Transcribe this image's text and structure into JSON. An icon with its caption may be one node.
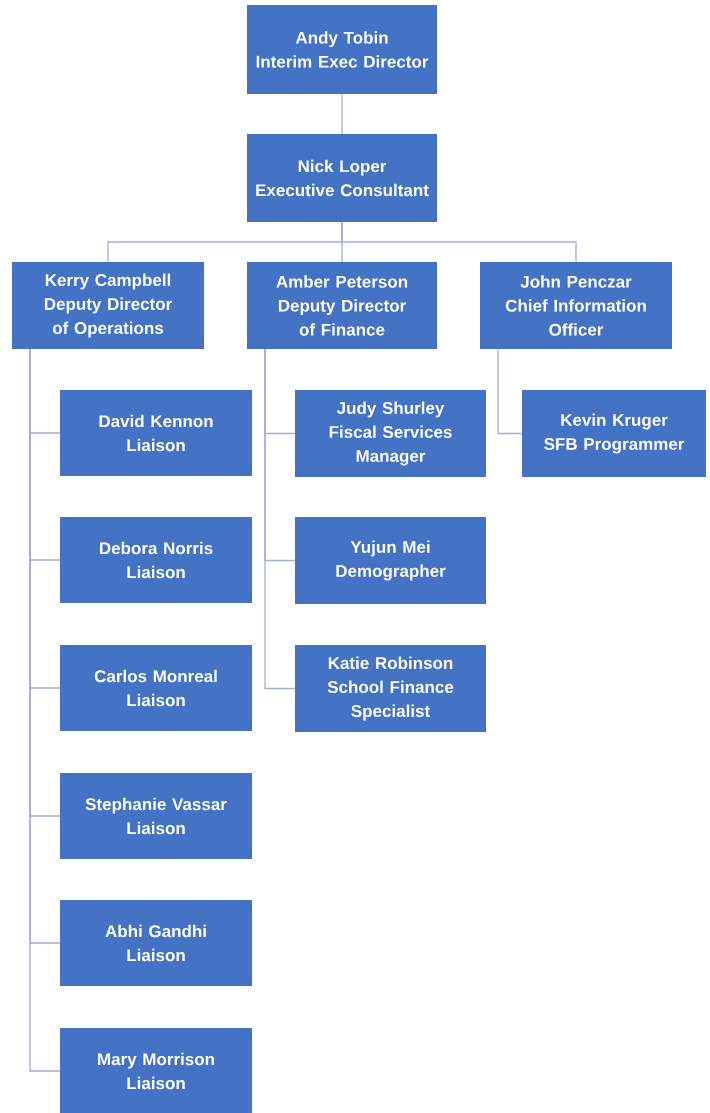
{
  "diagram": {
    "nodes": [
      {
        "text": [
          "Andy Tobin",
          "Interim Exec Director"
        ]
      },
      {
        "text": [
          "Nick Loper",
          "Executive Consultant"
        ]
      },
      {
        "text": [
          "Kerry Campbell",
          "Deputy Director of Operations"
        ]
      },
      {
        "text": [
          "Amber Peterson",
          "Deputy Director of Finance"
        ]
      },
      {
        "text": [
          "John Penczar",
          "Chief Information Officer"
        ]
      },
      {
        "text": [
          "David Kennon",
          "Liaison"
        ]
      },
      {
        "text": [
          "Debora Norris",
          "Liaison"
        ]
      },
      {
        "text": [
          "Carlos Monreal",
          "Liaison"
        ]
      },
      {
        "text": [
          "Stephanie Vassar",
          "Liaison"
        ]
      },
      {
        "text": [
          "Abhi Gandhi",
          "Liaison"
        ]
      },
      {
        "text": [
          "Mary Morrison",
          "Liaison"
        ]
      },
      {
        "text": [
          "Judy Shurley",
          "Fiscal Services Manager"
        ]
      },
      {
        "text": [
          "Yujun Mei",
          "Demographer"
        ]
      },
      {
        "text": [
          "Katie Robinson",
          "School Finance Specialist"
        ]
      },
      {
        "text": [
          "Kevin Kruger",
          "SFB Programmer"
        ]
      }
    ],
    "edges": [
      {
        "from": 0,
        "to": 1,
        "arrow": "none"
      },
      {
        "from": 1,
        "to": 2,
        "arrow": "none"
      },
      {
        "from": 1,
        "to": 3,
        "arrow": "none"
      },
      {
        "from": 1,
        "to": 4,
        "arrow": "none"
      },
      {
        "from": 2,
        "to": 5,
        "arrow": "none"
      },
      {
        "from": 2,
        "to": 6,
        "arrow": "none"
      },
      {
        "from": 2,
        "to": 7,
        "arrow": "none"
      },
      {
        "from": 2,
        "to": 8,
        "arrow": "none"
      },
      {
        "from": 2,
        "to": 9,
        "arrow": "none"
      },
      {
        "from": 2,
        "to": 10,
        "arrow": "none"
      },
      {
        "from": 3,
        "to": 11,
        "arrow": "none"
      },
      {
        "from": 3,
        "to": 12,
        "arrow": "none"
      },
      {
        "from": 3,
        "to": 13,
        "arrow": "none"
      },
      {
        "from": 4,
        "to": 14,
        "arrow": "none"
      }
    ]
  }
}
